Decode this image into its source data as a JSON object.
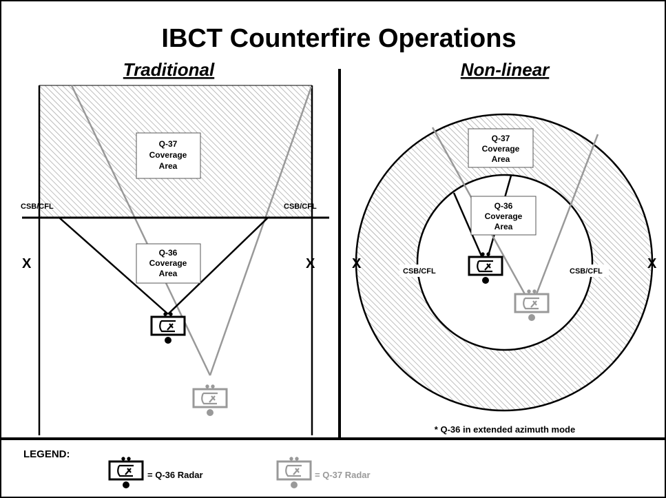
{
  "title": "IBCT Counterfire Operations",
  "left_panel": {
    "heading": "Traditional",
    "q37_label": [
      "Q-37",
      "Coverage",
      "Area"
    ],
    "q36_label": [
      "Q-36",
      "Coverage",
      "Area"
    ],
    "csb_left": "CSB/CFL",
    "csb_right": "CSB/CFL",
    "x_left": "X",
    "x_right": "X"
  },
  "right_panel": {
    "heading": "Non-linear",
    "q37_label": [
      "Q-37",
      "Coverage",
      "Area"
    ],
    "q36_label": [
      "Q-36",
      "Coverage",
      "Area"
    ],
    "csb_left": "CSB/CFL",
    "csb_right": "CSB/CFL",
    "x_left": "X",
    "x_right": "X",
    "footnote": "* Q-36 in extended azimuth mode"
  },
  "legend": {
    "heading": "LEGEND:",
    "q36": "= Q-36 Radar",
    "q37": "= Q-37 Radar"
  },
  "colors": {
    "q36": "#000000",
    "q37": "#999999",
    "hatch": "#9a9a9a"
  },
  "icons": {
    "q36": "radar-q36-icon",
    "q37": "radar-q37-icon"
  }
}
